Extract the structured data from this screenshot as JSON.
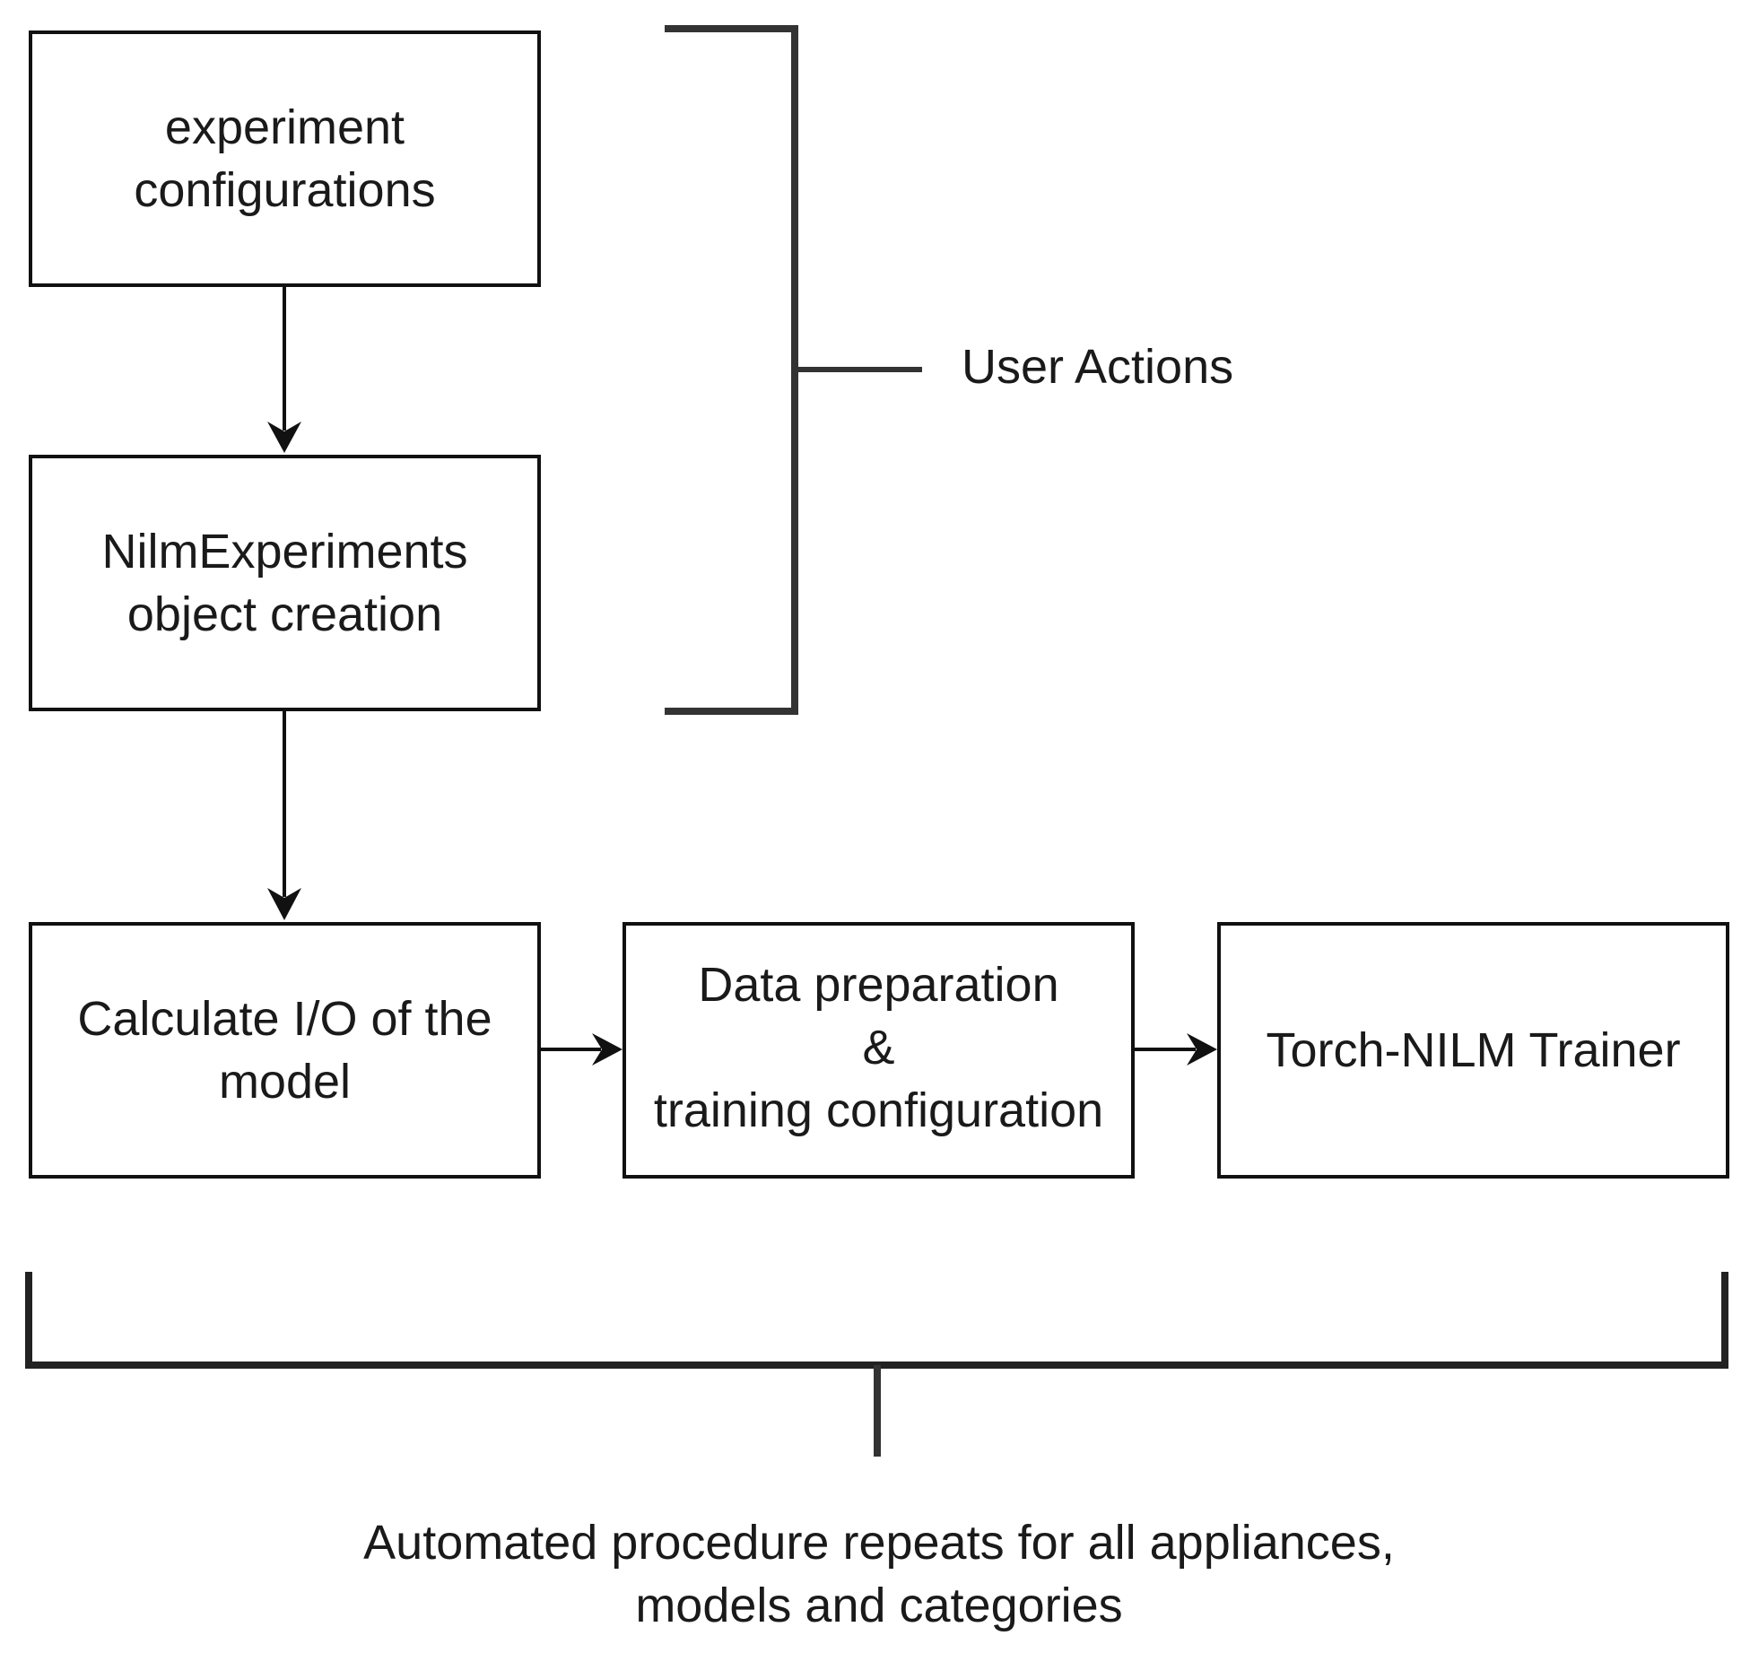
{
  "boxes": {
    "experiment_configurations": "experiment\nconfigurations",
    "nilm_experiments": "NilmExperiments\nobject creation",
    "calculate_io": "Calculate I/O of the\nmodel",
    "data_preparation": "Data preparation\n&\ntraining configuration",
    "trainer": "Torch-NILM Trainer"
  },
  "brackets": {
    "user_actions": "User Actions",
    "automated_procedure": "Automated procedure repeats for all appliances,\nmodels and categories"
  }
}
